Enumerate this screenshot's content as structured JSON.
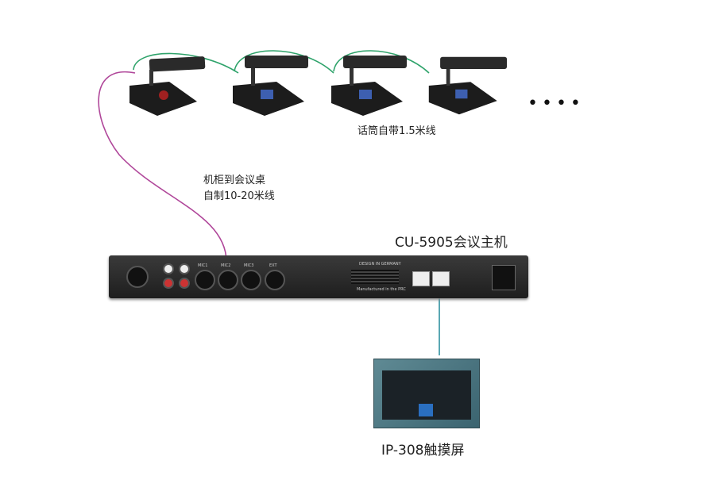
{
  "labels": {
    "mic_cable": "话筒自带1.5米线",
    "cabinet_line1": "机柜到会议桌",
    "cabinet_line2": "自制10-20米线",
    "host": "CU-5905会议主机",
    "touchscreen": "IP-308触摸屏",
    "more": "••••"
  },
  "rack": {
    "mic1": "MIC1",
    "mic2": "MIC2",
    "mic3": "MIC3",
    "ext": "EXT",
    "design": "DESIGN IN GERMANY",
    "made": "Manufactured in the PRC"
  },
  "colors": {
    "mic_cable": "#2fa36b",
    "cabinet_cable": "#b0479a",
    "arrow": "#5aa7b3"
  }
}
